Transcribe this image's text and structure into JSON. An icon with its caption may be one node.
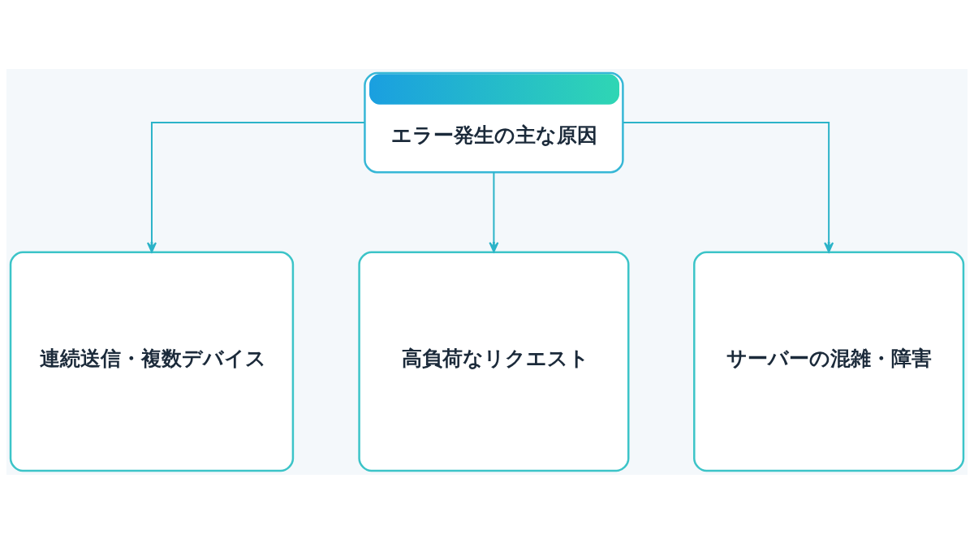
{
  "diagram": {
    "nodes": [
      {
        "text": [
          "エラー発生の主な原因"
        ]
      },
      {
        "text": [
          "連続送信・複数デバイス"
        ]
      },
      {
        "text": [
          "高負荷なリクエスト"
        ]
      },
      {
        "text": [
          "サーバーの混雑・障害"
        ]
      }
    ],
    "edges": [
      {
        "from": 0,
        "to": 1,
        "arrow": "to"
      },
      {
        "from": 0,
        "to": 2,
        "arrow": "to"
      },
      {
        "from": 0,
        "to": 3,
        "arrow": "to"
      }
    ]
  }
}
